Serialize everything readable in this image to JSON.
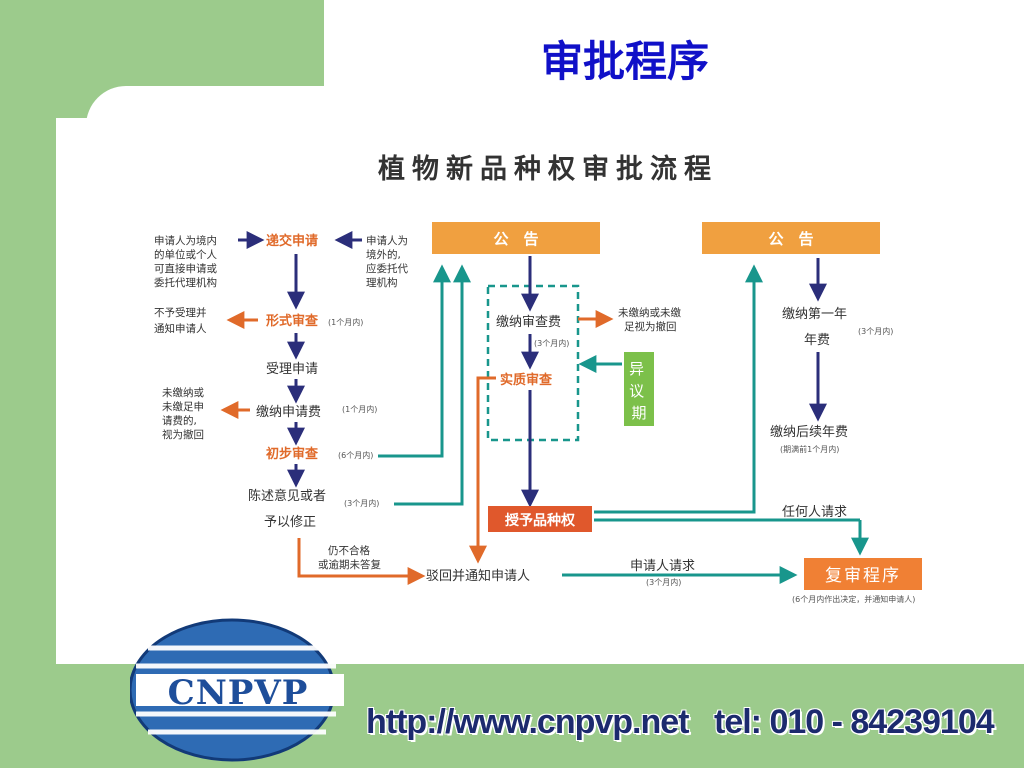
{
  "slide": {
    "title": "审批程序"
  },
  "diagram": {
    "title": "植物新品种权审批流程",
    "left_column": {
      "domestic_note": [
        "申请人为境内",
        "的单位或个人",
        "可直接申请或",
        "委托代理机构"
      ],
      "foreign_note": [
        "申请人为",
        "境外的,",
        "应委托代",
        "理机构"
      ],
      "submit": "递交申请",
      "formal_review": "形式审查",
      "formal_review_time": "(1个月内)",
      "reject_note": [
        "不予受理并",
        "通知申请人"
      ],
      "accept": "受理申请",
      "pay_application_fee": "缴纳申请费",
      "pay_application_fee_time": "(1个月内)",
      "unpaid_note": [
        "未缴纳或",
        "未缴足申",
        "请费的,",
        "视为撤回"
      ],
      "preliminary_review": "初步审查",
      "preliminary_review_time": "(6个月内)",
      "statement": [
        "陈述意见或者",
        "予以修正"
      ],
      "statement_time": "(3个月内)",
      "still_fail": [
        "仍不合格",
        "或逾期未答复"
      ]
    },
    "middle_column": {
      "announcement": "公　告",
      "pay_exam_fee": "缴纳审查费",
      "pay_exam_fee_time": "(3个月内)",
      "unpaid_exam_note": [
        "未缴纳或未缴",
        "足视为撤回"
      ],
      "objection_period": [
        "异",
        "议",
        "期"
      ],
      "substantive_review": "实质审查",
      "grant": "授予品种权",
      "reject_notify": "驳回并通知申请人"
    },
    "right_column": {
      "announcement": "公　告",
      "pay_first_year": [
        "缴纳第一年",
        "年费"
      ],
      "pay_first_year_time": "(3个月内)",
      "pay_following_years": "缴纳后续年费",
      "pay_following_years_time": "(期满前1个月内)",
      "anyone_request": "任何人请求",
      "applicant_request": "申请人请求",
      "applicant_request_time": "(3个月内)",
      "reexamination": "复审程序",
      "reexamination_note": "(6个月内作出决定，并通知申请人)"
    }
  },
  "logo": {
    "text": "CNPVP"
  },
  "contact": {
    "url": "http://www.cnpvp.net",
    "tel": "tel: 010 - 84239104"
  },
  "colors": {
    "background_green": "#9ccb8c",
    "title_blue": "#1010c8",
    "box_orange": "#f0a040",
    "box_red": "#e0582c",
    "arrow_navy": "#2b2e7a",
    "arrow_orange": "#e06a2a",
    "arrow_teal": "#18968c",
    "objection_green": "#7cc04a"
  }
}
